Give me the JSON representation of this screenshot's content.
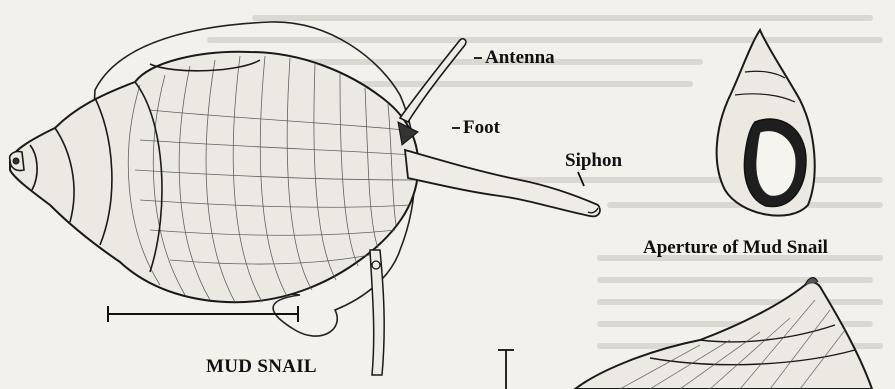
{
  "labels": {
    "antenna": "Antenna",
    "foot": "Foot",
    "siphon": "Siphon",
    "aperture": "Aperture of Mud Snail",
    "title": "MUD SNAIL"
  },
  "colors": {
    "paper": "#f3f1ec",
    "ink": "#111111",
    "background_text_ghost": "#b9b5ad"
  }
}
